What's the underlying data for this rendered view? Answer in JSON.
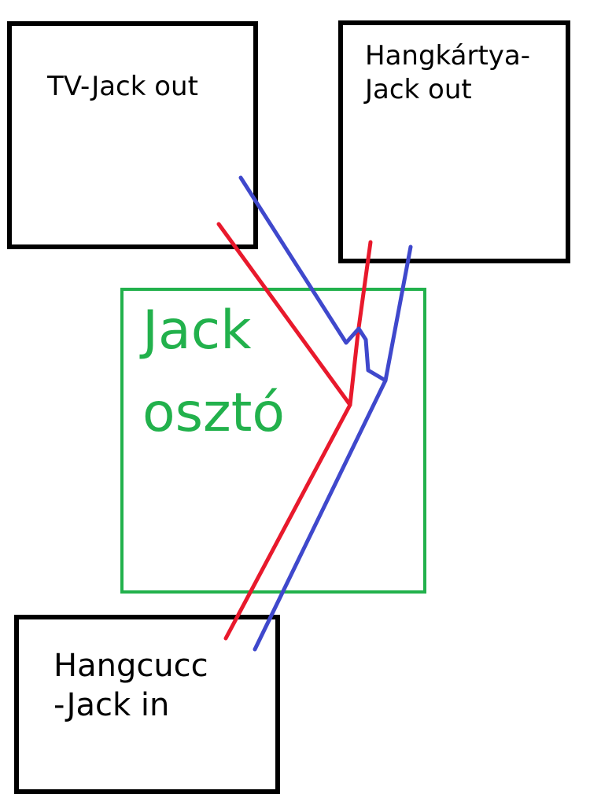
{
  "boxes": {
    "tv_out": {
      "label": "TV-Jack out"
    },
    "sound_card_out": {
      "label": "Hangkártya-\nJack out"
    },
    "sound_device_in": {
      "label": "Hangcucc\n-Jack in"
    }
  },
  "splitter": {
    "line1": "Jack",
    "line2": "osztó"
  },
  "colors": {
    "box_border": "#000000",
    "splitter": "#22b14c",
    "wire_red": "#e8192c",
    "wire_blue": "#3f48cc"
  }
}
